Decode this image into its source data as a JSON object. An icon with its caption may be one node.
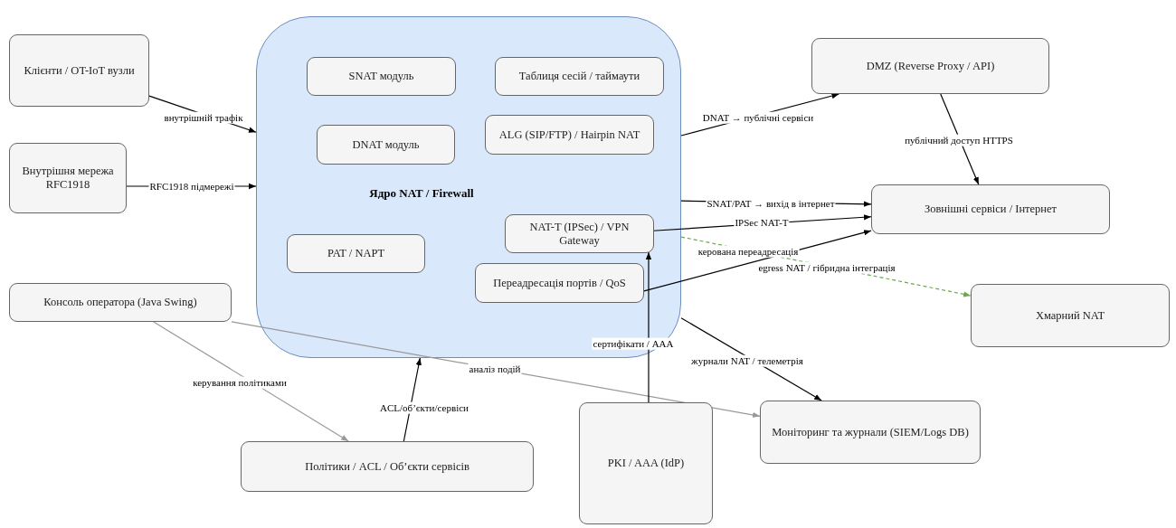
{
  "diagram": {
    "nodes": [
      {
        "text": [
          "Клієнти / OT-IoT вузли"
        ]
      },
      {
        "text": [
          "Внутрішня мережа RFC1918"
        ]
      },
      {
        "text": [
          "Ядро NAT / Firewall"
        ]
      },
      {
        "text": [
          "SNAT модуль"
        ],
        "in": 2
      },
      {
        "text": [
          "Таблиця сесій / таймаути"
        ],
        "in": 2
      },
      {
        "text": [
          "DNAT модуль"
        ],
        "in": 2
      },
      {
        "text": [
          "ALG (SIP/FTP) / Hairpin NAT"
        ],
        "in": 2
      },
      {
        "text": [
          "NAT-T (IPSec) / VPN Gateway"
        ],
        "in": 2
      },
      {
        "text": [
          "PAT / NAPT"
        ],
        "in": 2
      },
      {
        "text": [
          "Переадресація портів / QoS"
        ],
        "in": 2
      },
      {
        "text": [
          "DMZ (Reverse Proxy / API)"
        ]
      },
      {
        "text": [
          "Зовнішні сервіси / Інтернет"
        ]
      },
      {
        "text": [
          "Хмарний NAT"
        ]
      },
      {
        "text": [
          "Консоль оператора (Java Swing)"
        ]
      },
      {
        "text": [
          "Політики / ACL / Об’єкти сервісів"
        ]
      },
      {
        "text": [
          "PKI / AAA (IdP)"
        ]
      },
      {
        "text": [
          "Моніторинг та журнали (SIEM/Logs DB)"
        ]
      }
    ],
    "edges": [
      {
        "from": 0,
        "to": 2,
        "arrow": "to",
        "label": "внутрішній трафік"
      },
      {
        "from": 1,
        "to": 2,
        "arrow": "to",
        "label": "RFC1918 підмережі"
      },
      {
        "from": 2,
        "to": 10,
        "arrow": "to",
        "label": "DNAT → публічні сервіси"
      },
      {
        "from": 10,
        "to": 11,
        "arrow": "to",
        "label": "публічний доступ HTTPS"
      },
      {
        "from": 2,
        "to": 11,
        "arrow": "to",
        "label": "SNAT/PAT → вихід в інтернет"
      },
      {
        "from": 7,
        "to": 11,
        "arrow": "to",
        "label": "IPSec NAT-T"
      },
      {
        "from": 9,
        "to": 11,
        "arrow": "to",
        "label": "керована переадресація"
      },
      {
        "from": 2,
        "to": 12,
        "arrow": "to",
        "label": "egress NAT / гібридна інтеграція",
        "style": "dashed",
        "color": "#6aa84f"
      },
      {
        "from": 2,
        "to": 16,
        "arrow": "to",
        "label": "журнали NAT / телеметрія"
      },
      {
        "from": 13,
        "to": 14,
        "arrow": "to",
        "label": "керування політиками",
        "color": "#999999"
      },
      {
        "from": 13,
        "to": 16,
        "arrow": "to",
        "label": "аналіз подій",
        "color": "#999999"
      },
      {
        "from": 14,
        "to": 2,
        "arrow": "to",
        "label": "ACL/об’єкти/сервіси"
      },
      {
        "from": 15,
        "to": 7,
        "arrow": "to",
        "label": "сертифікати / AAA"
      }
    ]
  }
}
